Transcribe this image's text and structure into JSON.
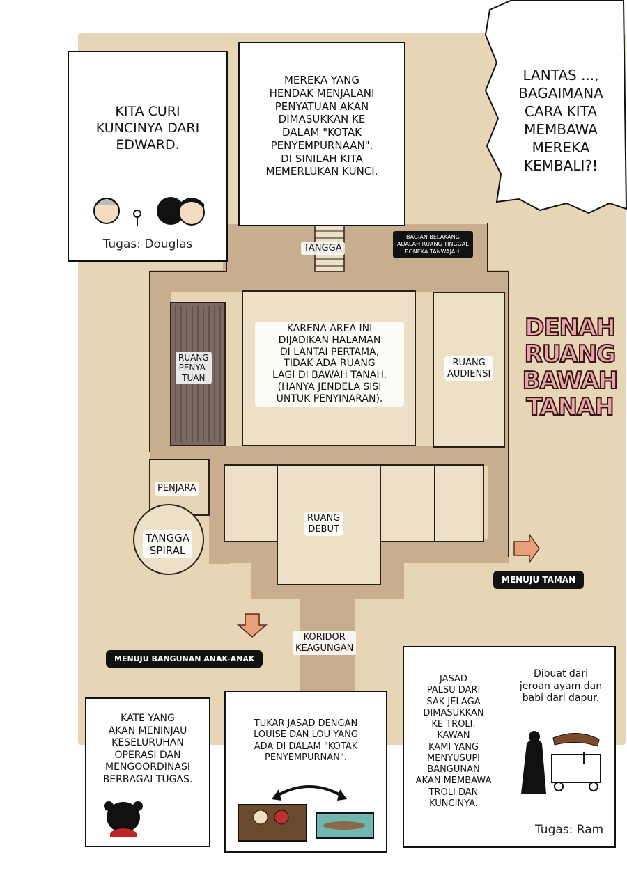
{
  "map_title": "DENAH\nRUANG\nBAWAH\nTANAH",
  "speech_bubble": "LANTAS ...,\nBAGAIMANA\nCARA KITA\nMEMBAWA\nMEREKA\nKEMBALI?!",
  "panel_key": {
    "text": "KITA CURI\nKUNCINYA DARI\nEDWARD.",
    "task": "Tugas: Douglas"
  },
  "panel_unification": {
    "text": "MEREKA YANG\nHENDAK MENJALANI\nPENYATUAN AKAN\nDIMASUKKAN KE\nDALAM \"KOTAK\nPENYEMPURNAAN\".\nDI SINILAH KITA\nMEMERLUKAN KUNCI."
  },
  "rooms": {
    "stairs": "TANGGA",
    "back_note": "BAGIAN BELAKANG\nADALAH RUANG TINGGAL\nBONEKA TANWAJAH.",
    "unification_room": "RUANG\nPENYA-\nTUAN",
    "center_note": "KARENA AREA INI\nDIJADIKAN HALAMAN\nDI LANTAI PERTAMA,\nTIDAK ADA RUANG\nLAGI DI BAWAH TANAH.\n(HANYA JENDELA SISI\nUNTUK PENYINARAN).",
    "audience_room": "RUANG\nAUDIENSI",
    "prison": "PENJARA",
    "spiral_stairs": "TANGGA\nSPIRAL",
    "debut_room": "RUANG\nDEBUT",
    "to_garden": "MENUJU TAMAN",
    "grand_corridor": "KORIDOR\nKEAGUNGAN",
    "to_children_building": "MENUJU BANGUNAN ANAK-ANAK"
  },
  "panel_kate": {
    "text": "KATE YANG\nAKAN MENINJAU\nKESELURUHAN\nOPERASI DAN\nMENGOORDINASI\nBERBAGAI TUGAS."
  },
  "panel_swap": {
    "text": "TUKAR JASAD DENGAN\nLOUISE DAN LOU YANG\nADA DI DALAM \"KOTAK\nPENYEMPURNAN\"."
  },
  "panel_ram": {
    "text": "JASAD\nPALSU DARI\nSAK JELAGA\nDIMASUKKAN\nKE TROLI.\nKAWAN\nKAMI YANG\nMENYUSUPI\nBANGUNAN\nAKAN MEMBAWA\nTROLI DAN\nKUNCINYA.",
    "note": "Dibuat dari\njeroan ayam dan\nbabi dari dapur.",
    "task": "Tugas: Ram"
  },
  "colors": {
    "map_bg": "#e6d6b6",
    "corridor": "#c9ad8f",
    "room_fill": "#ece1c6",
    "dark_room": "#7a6a62",
    "title_fill": "#e8a7ab",
    "arrow": "#e8a07a"
  }
}
